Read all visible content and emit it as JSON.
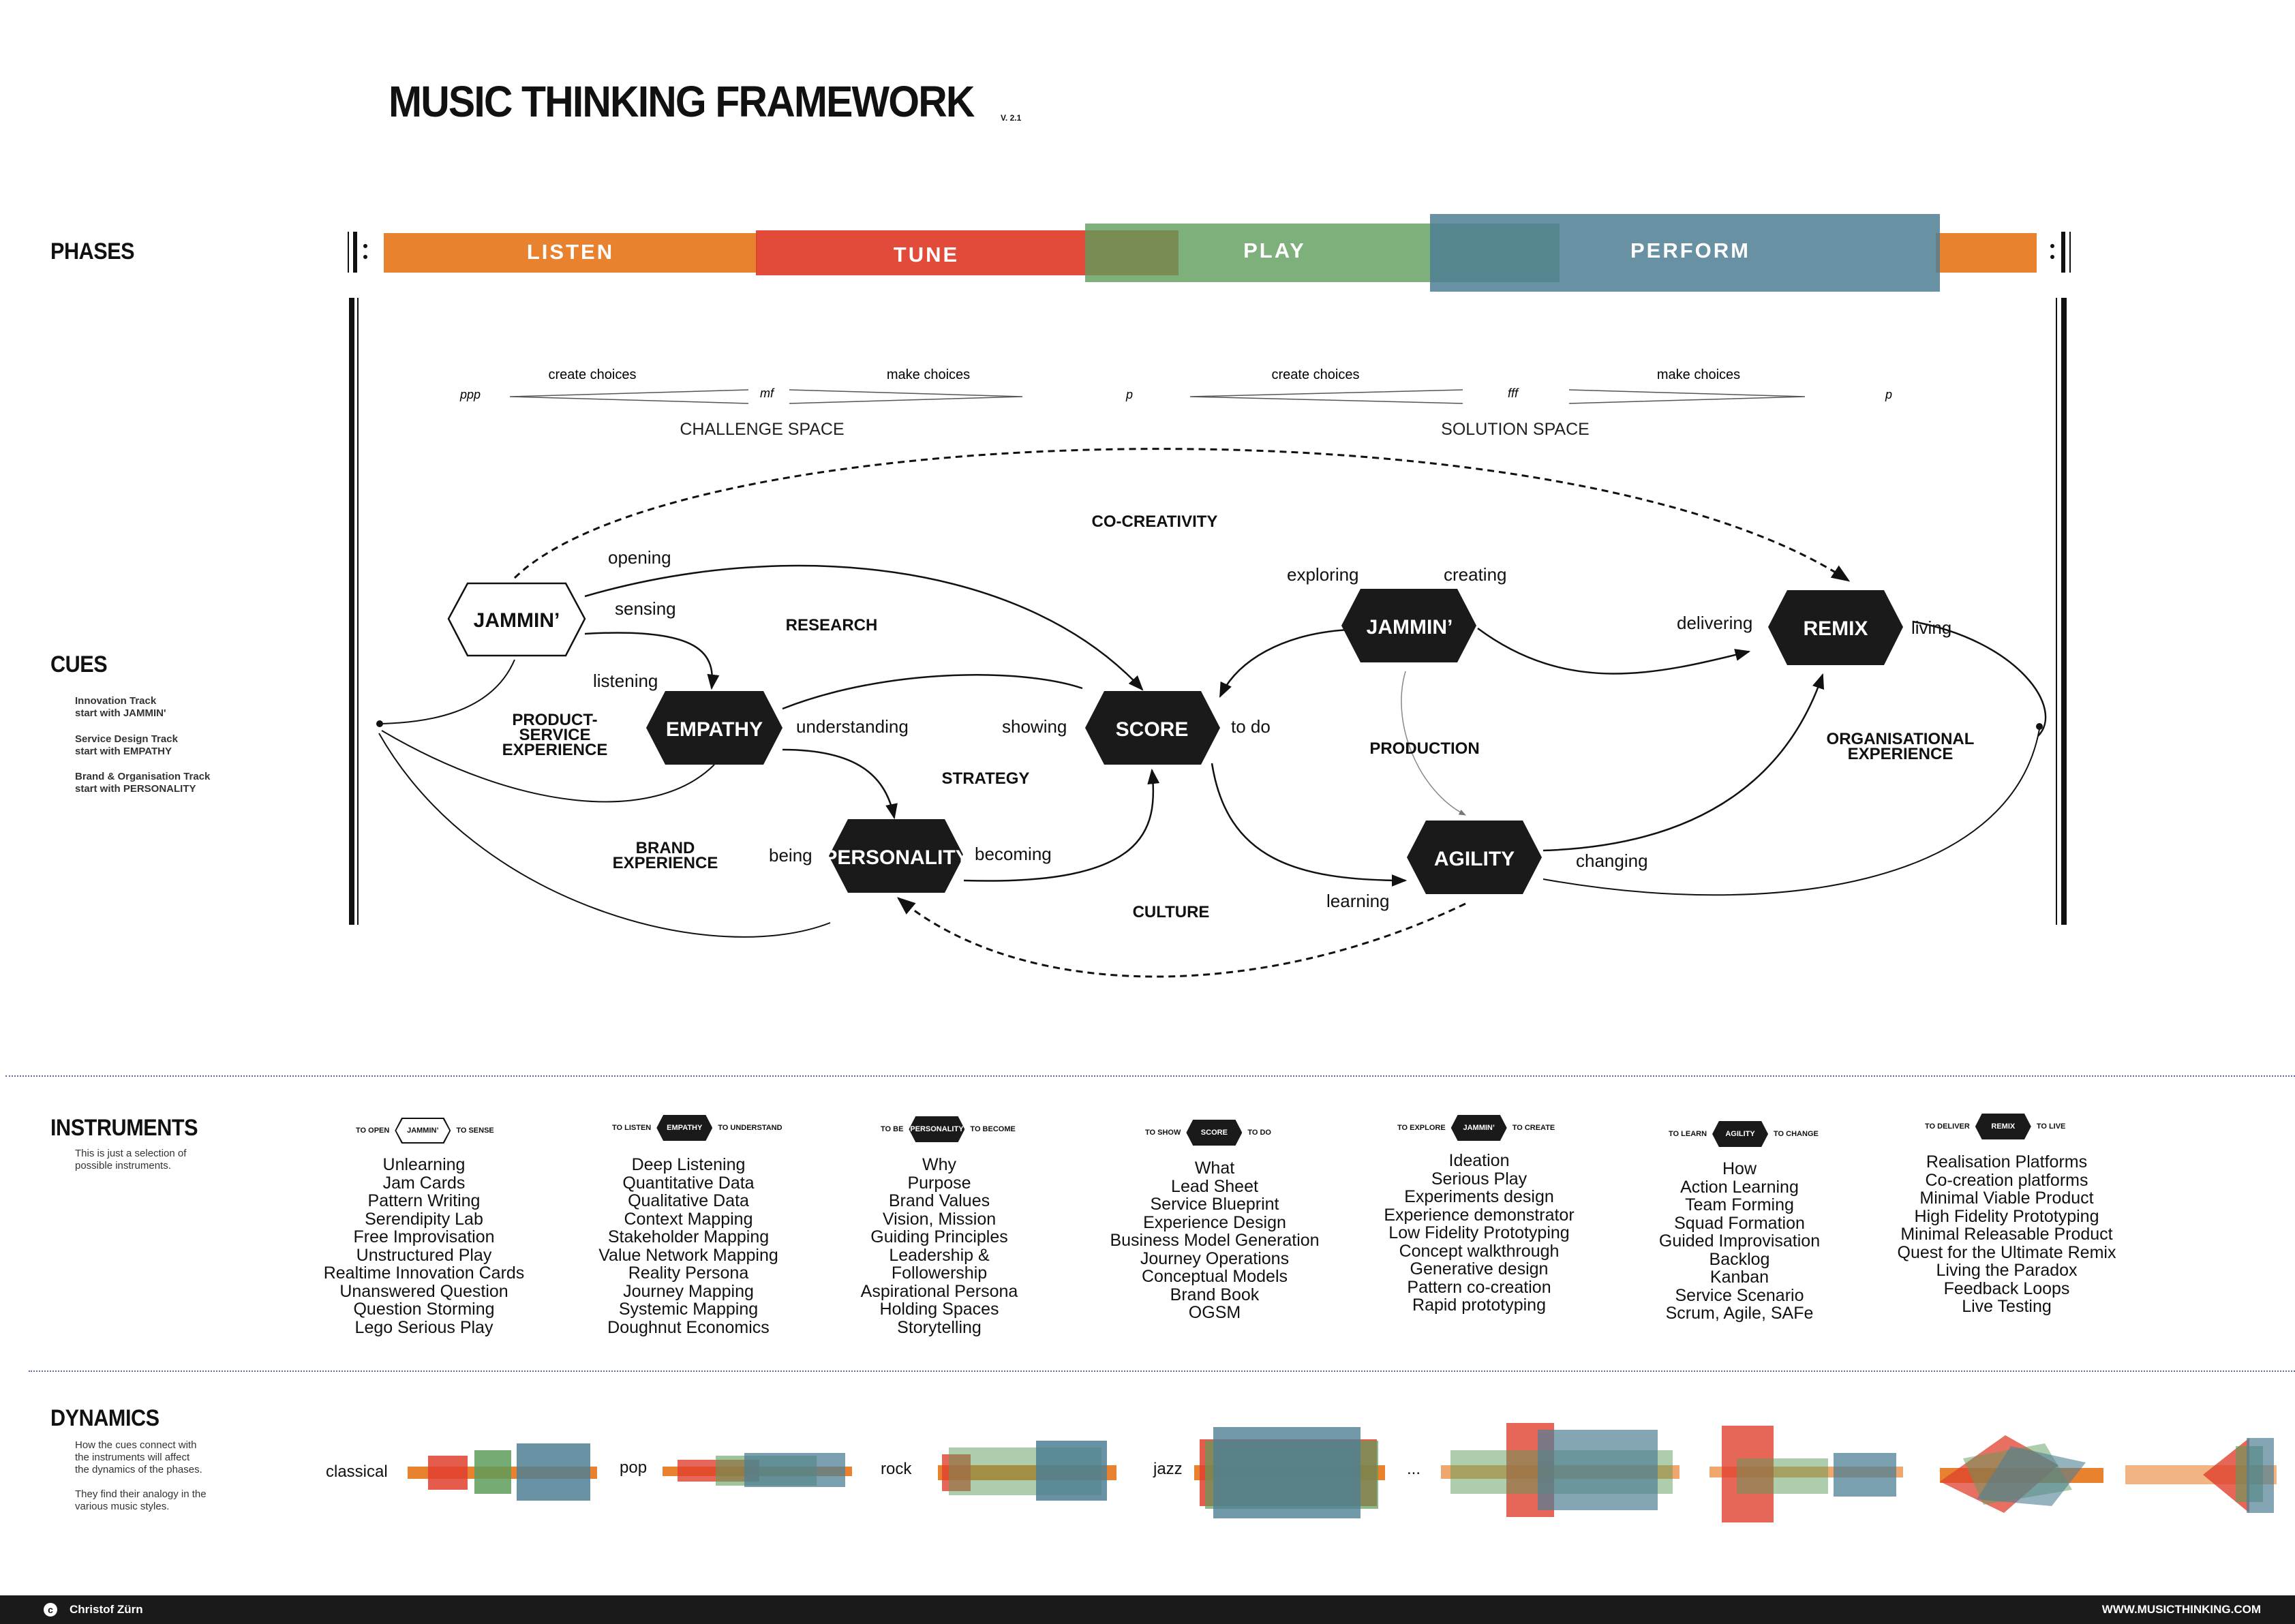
{
  "title": "MUSIC THINKING FRAMEWORK",
  "version": "V. 2.1",
  "sections": {
    "phases": "PHASES",
    "cues": "CUES",
    "instruments": "INSTRUMENTS",
    "dynamics": "DYNAMICS"
  },
  "phases": [
    "LISTEN",
    "TUNE",
    "PLAY",
    "PERFORM"
  ],
  "colors": {
    "listen": "#E8822F",
    "tune": "#E0402E",
    "play": "#5E9C5A",
    "perform": "#4E7F94",
    "hex": "#1A1A1A"
  },
  "dynamics_marks": {
    "ppp": "ppp",
    "mf": "mf",
    "p1": "p",
    "fff": "fff",
    "p2": "p",
    "create_choices_1": "create choices",
    "make_choices_1": "make choices",
    "create_choices_2": "create choices",
    "make_choices_2": "make choices",
    "challenge_space": "CHALLENGE SPACE",
    "solution_space": "SOLUTION SPACE"
  },
  "cues_notes": {
    "innovation": "Innovation Track\nstart with JAMMIN'",
    "service": "Service Design Track\nstart with EMPATHY",
    "brand": "Brand & Organisation Track\nstart with PERSONALITY"
  },
  "diagram": {
    "co_creativity": "CO-CREATIVITY",
    "research": "RESEARCH",
    "strategy": "STRATEGY",
    "production": "PRODUCTION",
    "culture": "CULTURE",
    "product_service_1": "PRODUCT-",
    "product_service_2": "SERVICE",
    "product_service_3": "EXPERIENCE",
    "brand_exp_1": "BRAND",
    "brand_exp_2": "EXPERIENCE",
    "org_exp_1": "ORGANISATIONAL",
    "org_exp_2": "EXPERIENCE",
    "opening": "opening",
    "sensing": "sensing",
    "listening": "listening",
    "understanding": "understanding",
    "showing": "showing",
    "to_do": "to do",
    "being": "being",
    "becoming": "becoming",
    "exploring": "exploring",
    "creating": "creating",
    "delivering": "delivering",
    "living": "living",
    "learning": "learning",
    "changing": "changing",
    "nodes": {
      "jammin_left": "JAMMIN’",
      "empathy": "EMPATHY",
      "personality": "PERSONALITY",
      "score": "SCORE",
      "jammin_right": "JAMMIN’",
      "agility": "AGILITY",
      "remix": "REMIX"
    }
  },
  "instruments_note": "This is just a selection of\npossible instruments.",
  "instruments": [
    {
      "left": "TO OPEN",
      "node": "JAMMIN’",
      "right": "TO SENSE",
      "items": [
        "Unlearning",
        "Jam Cards",
        "Pattern Writing",
        "Serendipity Lab",
        "Free Improvisation",
        "Unstructured Play",
        "Realtime Innovation Cards",
        "Unanswered Question",
        "Question Storming",
        "Lego Serious Play"
      ]
    },
    {
      "left": "TO LISTEN",
      "node": "EMPATHY",
      "right": "TO UNDERSTAND",
      "items": [
        "Deep Listening",
        "Quantitative Data",
        "Qualitative Data",
        "Context Mapping",
        "Stakeholder Mapping",
        "Value Network Mapping",
        "Reality Persona",
        "Journey Mapping",
        "Systemic Mapping",
        "Doughnut Economics"
      ]
    },
    {
      "left": "TO BE",
      "node": "PERSONALITY",
      "right": "TO BECOME",
      "items": [
        "Why",
        "Purpose",
        "Brand Values",
        "Vision, Mission",
        "Guiding Principles",
        "Leadership &",
        "Followership",
        "Aspirational Persona",
        "Holding Spaces",
        "Storytelling"
      ]
    },
    {
      "left": "TO SHOW",
      "node": "SCORE",
      "right": "TO DO",
      "items": [
        "What",
        "Lead Sheet",
        "Service Blueprint",
        "Experience Design",
        "Business Model Generation",
        "Journey Operations",
        "Conceptual Models",
        "Brand Book",
        "OGSM"
      ]
    },
    {
      "left": "TO EXPLORE",
      "node": "JAMMIN’",
      "right": "TO CREATE",
      "items": [
        "Ideation",
        "Serious Play",
        "Experiments design",
        "Experience demonstrator",
        "Low Fidelity Prototyping",
        "Concept walkthrough",
        "Generative design",
        "Pattern co-creation",
        "Rapid prototyping"
      ]
    },
    {
      "left": "TO LEARN",
      "node": "AGILITY",
      "right": "TO CHANGE",
      "items": [
        "How",
        "Action Learning",
        "Team Forming",
        "Squad Formation",
        "Guided Improvisation",
        "Backlog",
        "Kanban",
        "Service Scenario",
        "Scrum, Agile, SAFe"
      ]
    },
    {
      "left": "TO DELIVER",
      "node": "REMIX",
      "right": "TO LIVE",
      "items": [
        "Realisation Platforms",
        "Co-creation platforms",
        "Minimal Viable Product",
        "High Fidelity Prototyping",
        "Minimal Releasable Product",
        "Quest for the Ultimate Remix",
        "Living the Paradox",
        "Feedback Loops",
        "Live Testing"
      ]
    }
  ],
  "dynamics_note": "How the cues connect with\nthe instruments will affect\nthe dynamics of the phases.\n\nThey find their analogy in the\nvarious music styles.",
  "styles": [
    "classical",
    "pop",
    "rock",
    "jazz",
    "..."
  ],
  "footer": {
    "author": "Christof Zürn",
    "url": "WWW.MUSICTHINKING.COM"
  }
}
